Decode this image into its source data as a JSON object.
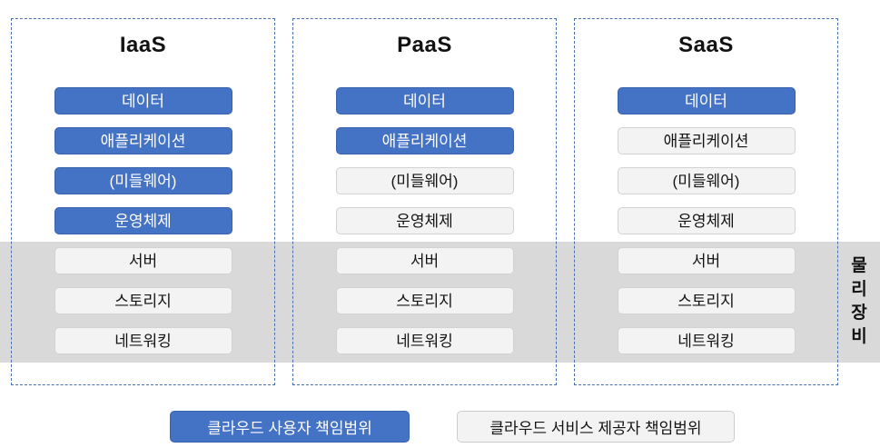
{
  "diagram_title": "Cloud service model responsibility diagram",
  "colors": {
    "user_responsibility_blue": "#4472C4",
    "user_border_blue": "#3A63AD",
    "provider_box_gray": "#F3F3F3",
    "provider_border_gray": "#D2D2D2",
    "hardware_band_gray": "#D9D9D9",
    "dashed_border_blue": "#4A6FAE",
    "text_dark": "#141414",
    "text_white": "#FFFFFF"
  },
  "columns": [
    {
      "title": "IaaS",
      "layers": [
        {
          "label": "데이터",
          "responsible": "user"
        },
        {
          "label": "애플리케이션",
          "responsible": "user"
        },
        {
          "label": "(미들웨어)",
          "responsible": "user"
        },
        {
          "label": "운영체제",
          "responsible": "user"
        },
        {
          "label": "서버",
          "responsible": "provider"
        },
        {
          "label": "스토리지",
          "responsible": "provider"
        },
        {
          "label": "네트워킹",
          "responsible": "provider"
        }
      ]
    },
    {
      "title": "PaaS",
      "layers": [
        {
          "label": "데이터",
          "responsible": "user"
        },
        {
          "label": "애플리케이션",
          "responsible": "user"
        },
        {
          "label": "(미들웨어)",
          "responsible": "provider"
        },
        {
          "label": "운영체제",
          "responsible": "provider"
        },
        {
          "label": "서버",
          "responsible": "provider"
        },
        {
          "label": "스토리지",
          "responsible": "provider"
        },
        {
          "label": "네트워킹",
          "responsible": "provider"
        }
      ]
    },
    {
      "title": "SaaS",
      "layers": [
        {
          "label": "데이터",
          "responsible": "user"
        },
        {
          "label": "애플리케이션",
          "responsible": "provider"
        },
        {
          "label": "(미들웨어)",
          "responsible": "provider"
        },
        {
          "label": "운영체제",
          "responsible": "provider"
        },
        {
          "label": "서버",
          "responsible": "provider"
        },
        {
          "label": "스토리지",
          "responsible": "provider"
        },
        {
          "label": "네트워킹",
          "responsible": "provider"
        }
      ]
    }
  ],
  "band": {
    "label": "물리장비"
  },
  "legend": {
    "user_label": "클라우드 사용자 책임범위",
    "provider_label": "클라우드 서비스 제공자 책임범위"
  }
}
